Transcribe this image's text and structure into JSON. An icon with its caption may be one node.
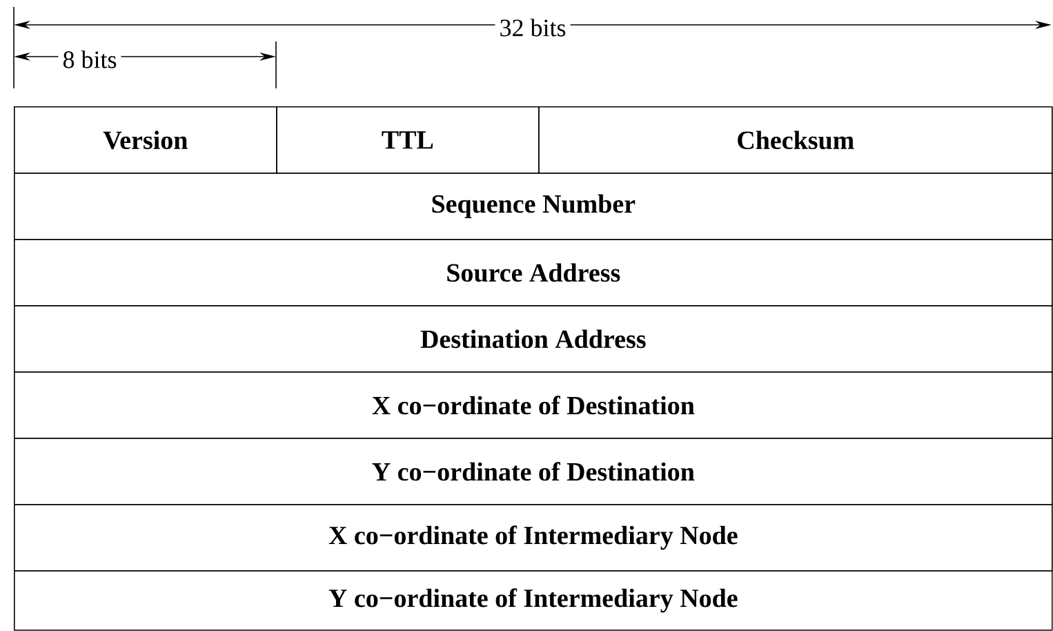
{
  "diagram": {
    "nodes": [
      {
        "text": [
          "Version"
        ]
      },
      {
        "text": [
          "TTL"
        ]
      },
      {
        "text": [
          "Checksum"
        ]
      },
      {
        "text": [
          "Sequence Number"
        ]
      },
      {
        "text": [
          "Source Address"
        ]
      },
      {
        "text": [
          "Destination Address"
        ]
      },
      {
        "text": [
          "X co−ordinate of Destination"
        ]
      },
      {
        "text": [
          "Y co−ordinate of Destination"
        ]
      },
      {
        "text": [
          "X co−ordinate of Intermediary Node"
        ]
      },
      {
        "text": [
          "Y co−ordinate of Intermediary Node"
        ]
      }
    ],
    "labels": [
      "32 bits",
      "8 bits"
    ]
  }
}
